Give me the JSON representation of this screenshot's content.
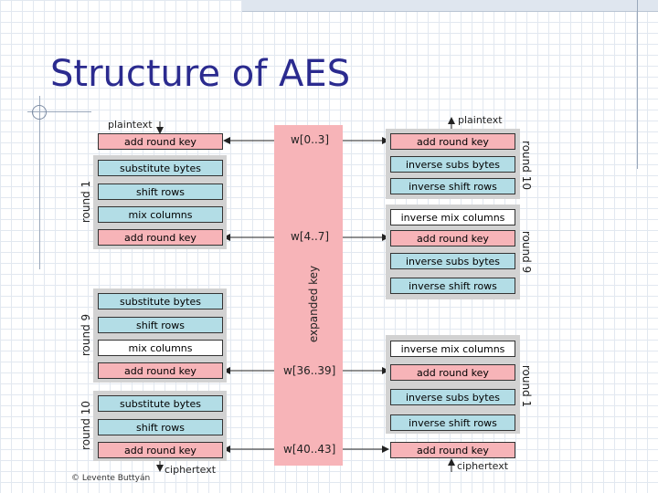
{
  "title": "Structure of AES",
  "expanded_key": "expanded key",
  "words": [
    "w[0..3]",
    "w[4..7]",
    "w[36..39]",
    "w[40..43]"
  ],
  "encryption": {
    "input": "plaintext",
    "output": "ciphertext",
    "initial": "add round key",
    "rounds": {
      "r1": {
        "label": "round 1",
        "steps": [
          "substitute bytes",
          "shift rows",
          "mix columns",
          "add round key"
        ]
      },
      "r9": {
        "label": "round 9",
        "steps": [
          "substitute bytes",
          "shift rows",
          "mix columns",
          "add round key"
        ]
      },
      "r10": {
        "label": "round 10",
        "steps": [
          "substitute bytes",
          "shift rows",
          "add round key"
        ]
      }
    }
  },
  "decryption": {
    "input": "ciphertext",
    "output": "plaintext",
    "initial": "add round key",
    "rounds": {
      "r1": {
        "label": "round 1",
        "steps": [
          "inverse mix columns",
          "add round key",
          "inverse subs bytes",
          "inverse shift rows"
        ]
      },
      "r9": {
        "label": "round 9",
        "steps": [
          "inverse mix columns",
          "add round key",
          "inverse subs bytes",
          "inverse shift rows"
        ]
      },
      "r10": {
        "label": "round 10",
        "steps": [
          "add round key",
          "inverse subs bytes",
          "inverse shift rows"
        ]
      }
    }
  },
  "credit": "© Levente Buttyán"
}
